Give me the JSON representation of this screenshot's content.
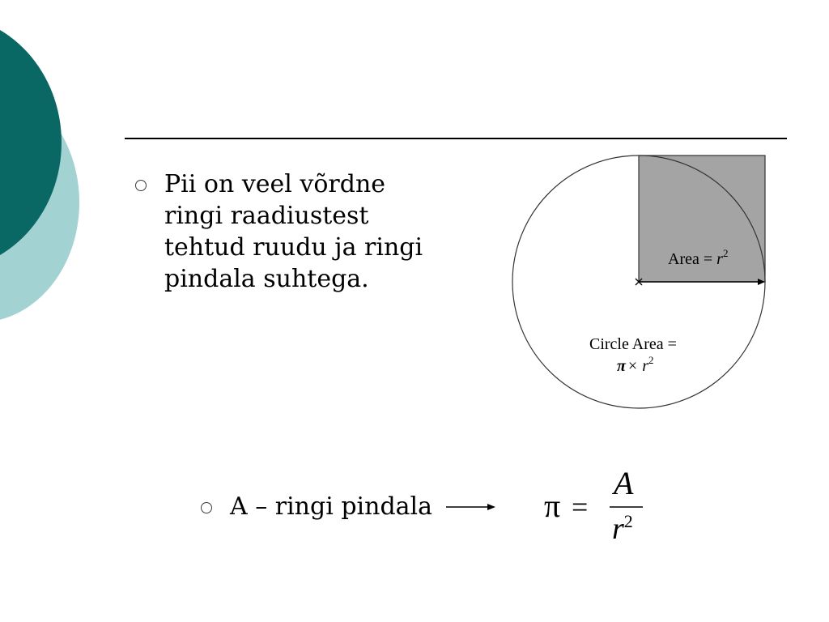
{
  "slide": {
    "bullet1": {
      "lines": [
        "Pii on veel võrdne",
        "ringi raadiustest",
        "tehtud ruudu ja ringi",
        "pindala suhtega."
      ]
    },
    "figure": {
      "square_label": "Area = ",
      "square_var": "r",
      "circle_label_line1": "Circle Area =",
      "circle_label_pi": "π",
      "circle_label_times": "×",
      "circle_label_var": "r",
      "exponent": "2"
    },
    "bullet2": {
      "text": "A – ringi pindala"
    },
    "formula": {
      "lhs": "π",
      "equals": "=",
      "numerator": "A",
      "denominator_var": "r",
      "denominator_exp": "2"
    },
    "colors": {
      "accent_dark": "#096764",
      "accent_light": "#a2d2d1",
      "square_fill": "#a4a4a4"
    }
  }
}
